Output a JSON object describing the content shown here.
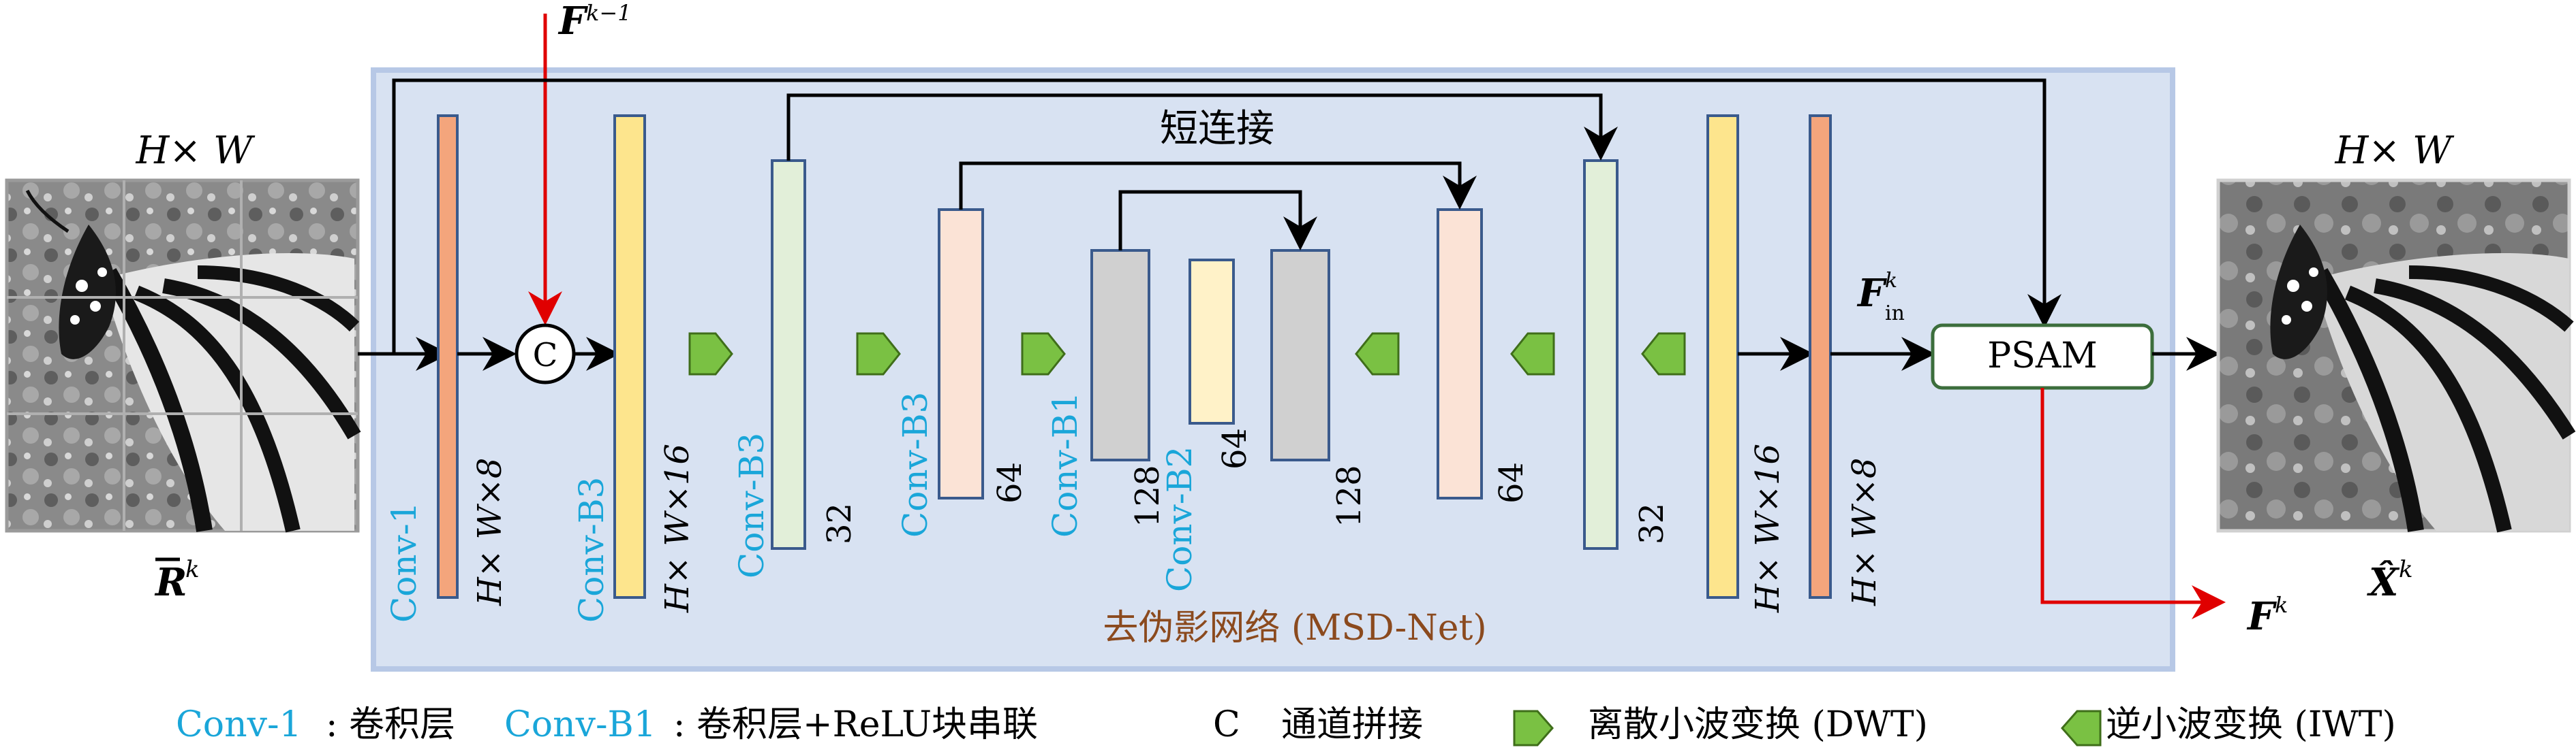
{
  "colors": {
    "msd_panel_fill": "#d8e2f2",
    "msd_panel_border": "#b7c8e6",
    "conv1": "#f4a57c",
    "conv_b3_yellow": "#fde58d",
    "conv_b3_green": "#e2efd9",
    "conv_b3_peach": "#fbe3d6",
    "conv_b1_gray": "#d0d0d0",
    "conv_b2": "#fff2c8",
    "block_border": "#3a5a8c",
    "dwt_iwt": "#7ac143",
    "label_cyan": "#1aa6d9",
    "msd_label": "#8b4a1e",
    "red_arrow": "#e00000",
    "psam_border": "#3c6e3c"
  },
  "inputs": {
    "prev_feature_label": "F",
    "prev_feature_sup": "k−1",
    "input_size_label": "H× W",
    "input_image_label": "R",
    "input_image_sup": "k"
  },
  "blocks": {
    "conv1_left_label": "Conv-1",
    "conv1_left_size": "H× W×8",
    "concat_symbol": "C",
    "convb3_1_label": "Conv-B3",
    "convb3_1_size": "H× W×16",
    "convb3_2_label": "Conv-B3",
    "convb3_2_size": "32",
    "convb3_3_label": "Conv-B3",
    "convb3_3_size": "64",
    "convb1_label": "Conv-B1",
    "convb1_size": "128",
    "convb2_label": "Conv-B2",
    "convb2_size": "64",
    "gray_right_size": "128",
    "peach_right_size": "64",
    "green_right_size": "32",
    "yellow_right_size": "H× W×16",
    "conv1_right_size": "H× W×8"
  },
  "skip_label": "短连接",
  "msd_label": "去伪影网络 (MSD-Net)",
  "fin_label": "F",
  "fin_sup": "k",
  "fin_sub": "in",
  "psam_label": "PSAM",
  "output": {
    "size_label": "H× W",
    "image_label": "X̂",
    "image_sup": "k",
    "feature_label": "F",
    "feature_sup": "k"
  },
  "legend": {
    "conv1_name": "Conv-1",
    "conv1_desc": ": 卷积层",
    "convb1_name": "Conv-B1",
    "convb1_desc": ": 卷积层+ReLU块串联",
    "concat_symbol": "C",
    "concat_desc": "通道拼接",
    "dwt_desc": "离散小波变换 (DWT)",
    "iwt_desc": "逆小波变换 (IWT)"
  }
}
